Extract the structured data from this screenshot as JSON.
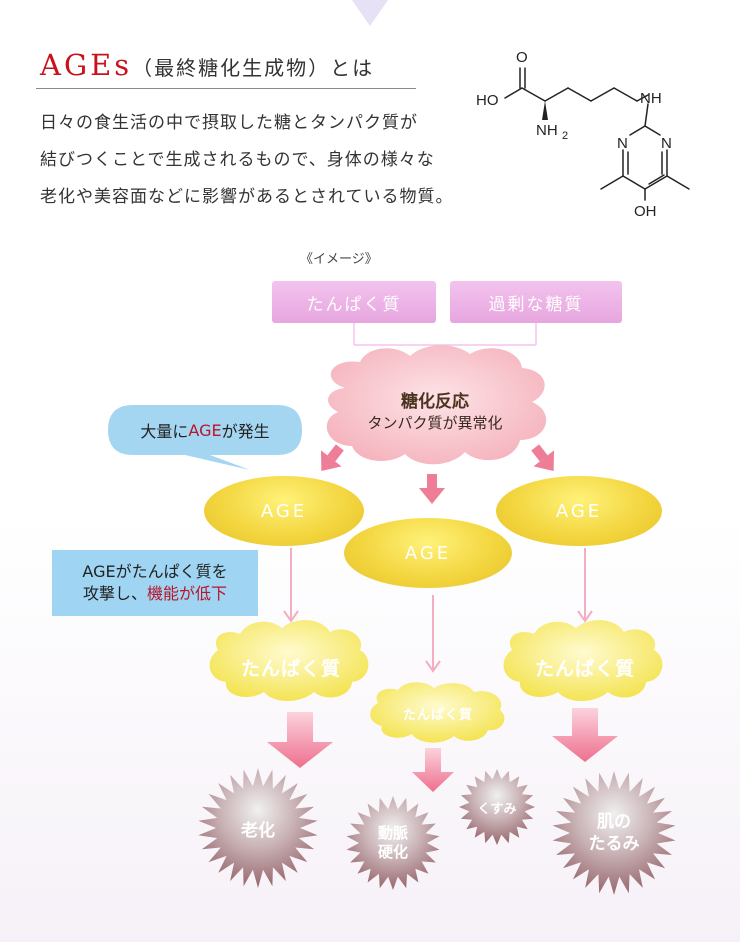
{
  "header": {
    "title_main": "AGEs",
    "title_sub": "（最終糖化生成物）とは",
    "description_lines": [
      "日々の食生活の中で摂取した糖とタンパク質が",
      "結びつくことで生成されるもので、身体の様々な",
      "老化や美容面などに影響があるとされている物質。"
    ]
  },
  "molecule": {
    "atoms": {
      "o": "O",
      "ho": "HO",
      "nh": "NH",
      "nh2": "NH",
      "nh2_sub": "2",
      "n_left": "N",
      "n_right": "N",
      "oh": "OH"
    }
  },
  "diagram": {
    "image_label": "《イメージ》",
    "inputs": [
      "たんぱく質",
      "過剰な糖質"
    ],
    "glycation": {
      "title": "糖化反応",
      "subtitle": "タンパク質が異常化"
    },
    "bubble": {
      "prefix": "大量に",
      "highlight": "AGE",
      "suffix": "が発生"
    },
    "attack": {
      "line1": "AGEがたんぱく質を",
      "line2_prefix": "攻撃し、",
      "line2_highlight": "機能が低下"
    },
    "age_labels": [
      "AGE",
      "AGE",
      "AGE"
    ],
    "protein_labels": [
      "たんぱく質",
      "たんぱく質",
      "たんぱく質"
    ],
    "outcomes": {
      "aging": "老化",
      "arteriosclerosis_1": "動脈",
      "arteriosclerosis_2": "硬化",
      "dullness": "くすみ",
      "sagging_1": "肌の",
      "sagging_2": "たるみ"
    }
  },
  "colors": {
    "title_red": "#c8131c",
    "pink_box": "#e9aee2",
    "glycation_cloud": "#f7c1c8",
    "bubble_blue": "#a4d6f2",
    "age_yellow": "#f2d540",
    "protein_cloud": "#f7ea5e",
    "arrow_pink": "#f08da5",
    "burst_dark": "#9c6d72",
    "highlight_red": "#b8152a"
  }
}
